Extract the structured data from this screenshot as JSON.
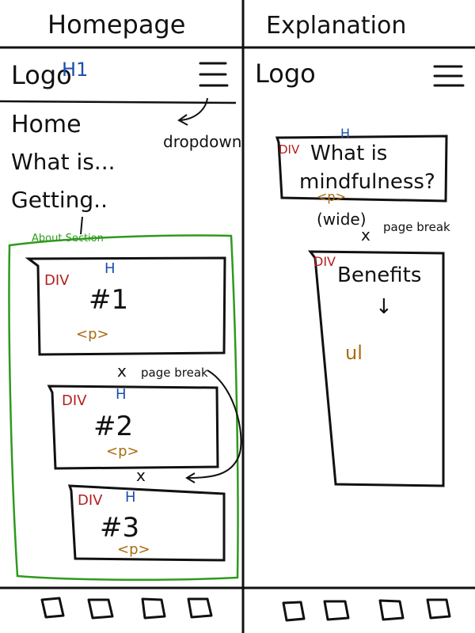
{
  "panels": {
    "left": {
      "heading": "Homepage",
      "logo": "Logo",
      "logo_tag": "H1",
      "nav_items": [
        "Home",
        "What is...",
        "Getting.."
      ],
      "dropdown_note": "dropdown",
      "section_label": "About Section",
      "cards": [
        {
          "div_tag": "DIV",
          "h_tag": "H",
          "number": "#1",
          "p_tag": "<p>"
        },
        {
          "div_tag": "DIV",
          "h_tag": "H",
          "number": "#2",
          "p_tag": "<p>"
        },
        {
          "div_tag": "DIV",
          "h_tag": "H",
          "number": "#3",
          "p_tag": "<p>"
        }
      ],
      "break_x_1": "x",
      "page_break_label": "page break",
      "break_x_2": "x"
    },
    "right": {
      "heading": "Explanation",
      "logo": "Logo",
      "question_card": {
        "div_tag": "DIV",
        "h_tag": "H",
        "title_line1": "What is",
        "title_line2": "mindfulness?",
        "p_tag": "<p>"
      },
      "wide_note": "(wide)",
      "break_x": "x",
      "page_break_label": "page break",
      "benefits_card": {
        "div_tag": "DIV",
        "title": "Benefits",
        "arrow": "↓",
        "list_tag": "ul"
      }
    }
  },
  "colors": {
    "ink": "#111111",
    "div_red": "#b21f1f",
    "heading_blue": "#1b4fb0",
    "p_orange": "#a86b10",
    "section_green": "#2e9a1d"
  }
}
